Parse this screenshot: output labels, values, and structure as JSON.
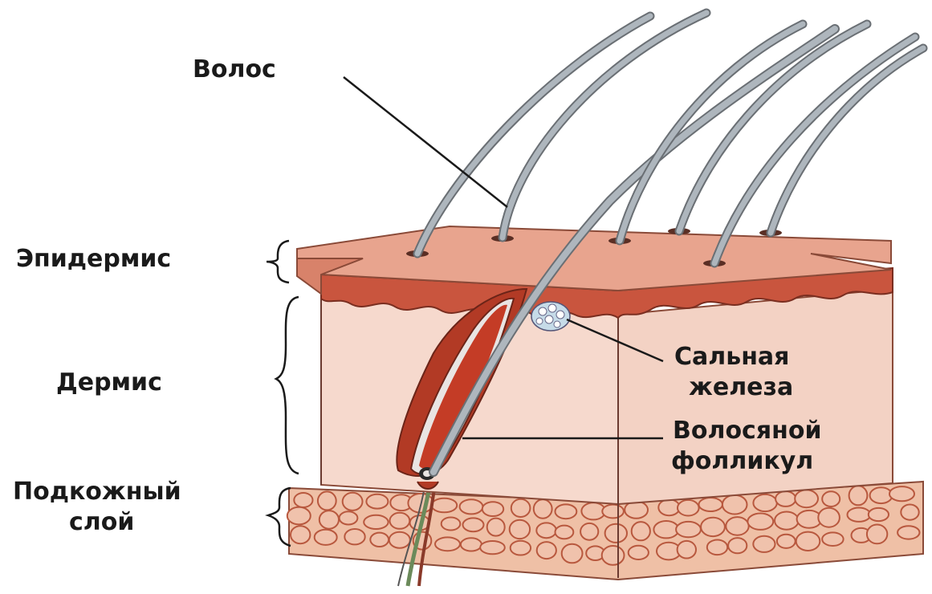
{
  "diagram": {
    "labels": {
      "hair": "Волос",
      "epidermis": "Эпидермис",
      "dermis": "Дермис",
      "subcutaneous_line1": "Подкожный",
      "subcutaneous_line2": "слой",
      "sebaceous_line1": "Сальная",
      "sebaceous_line2": "железа",
      "follicle_line1": "Волосяной",
      "follicle_line2": "фолликул"
    },
    "colors": {
      "epidermis_top": "#e8a48e",
      "epidermis_band": "#c9553e",
      "dermis": "#f6d9cd",
      "dermis_side": "#efc8b8",
      "fat_lobule": "#f0c2ac",
      "fat_outline": "#b8583e",
      "follicle": "#b23a25",
      "hair": "#9aa3ab",
      "gland": "#c6dbe8",
      "outline": "#6b3a30"
    }
  }
}
